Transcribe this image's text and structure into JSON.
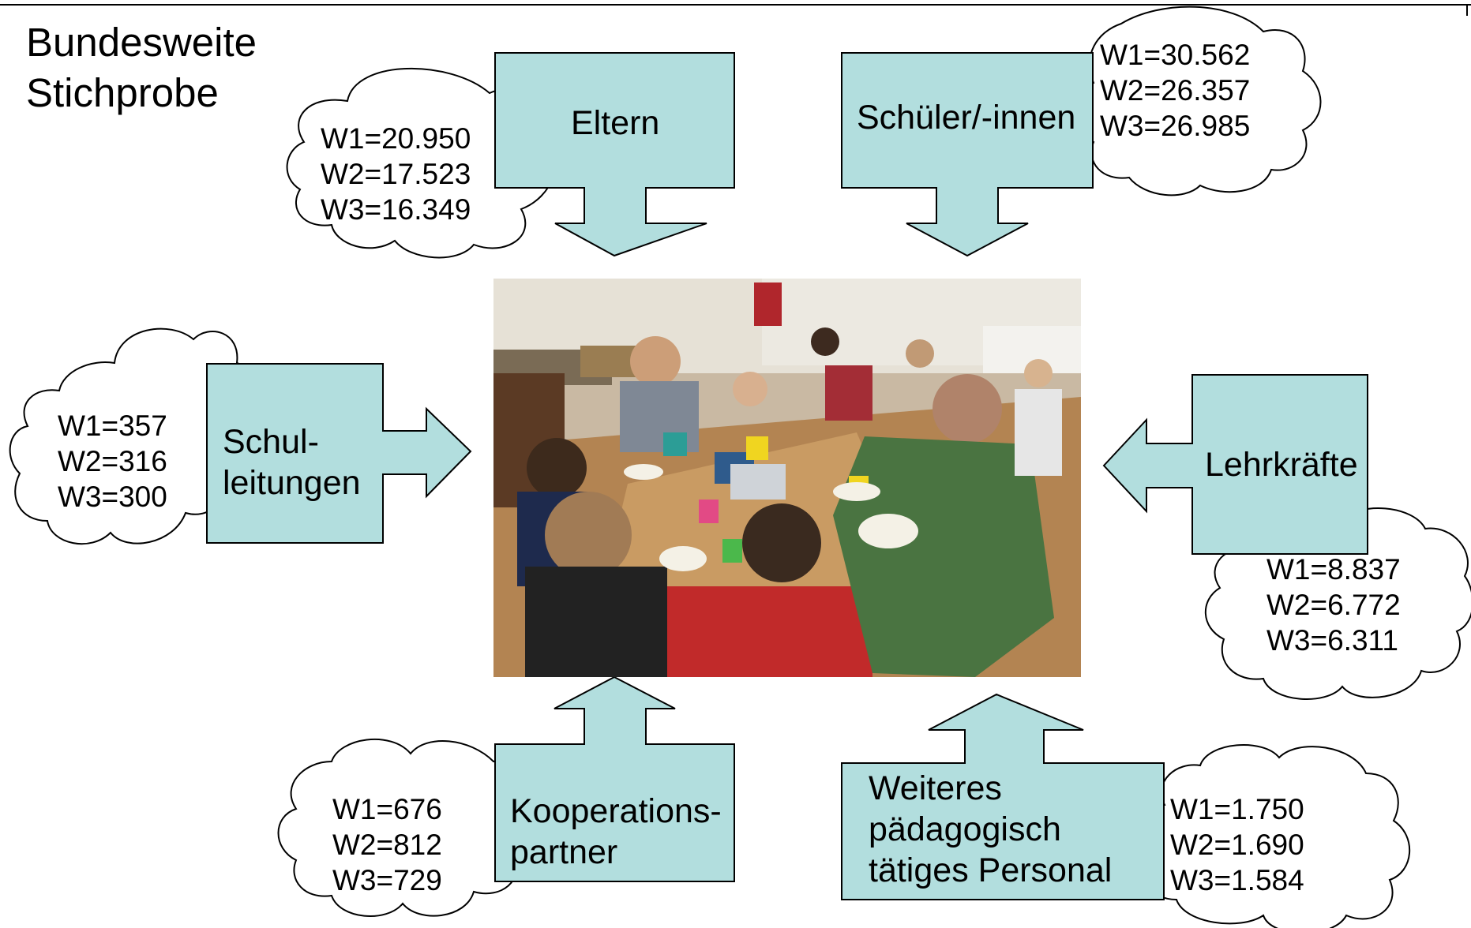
{
  "title": "Bundesweite\nStichprobe",
  "photo_icon": "school-cafeteria-photo",
  "colors": {
    "box_fill": "#b2dede",
    "stroke": "#000000"
  },
  "groups": {
    "eltern": {
      "label": "Eltern",
      "counts": "W1=20.950\nW2=17.523\nW3=16.349"
    },
    "schueler": {
      "label": "Schüler/-innen",
      "counts": "W1=30.562\nW2=26.357\nW3=26.985"
    },
    "schulleitungen": {
      "label": "Schul-\nleitungen",
      "counts": "W1=357\nW2=316\nW3=300"
    },
    "lehrkraefte": {
      "label": "Lehrkräfte",
      "counts": "W1=8.837\nW2=6.772\nW3=6.311"
    },
    "kooperationspartner": {
      "label": "Kooperations-\npartner",
      "counts": "W1=676\nW2=812\nW3=729"
    },
    "personal": {
      "label": "Weiteres\npädagogisch\ntätiges Personal",
      "counts": "W1=1.750\nW2=1.690\nW3=1.584"
    }
  }
}
